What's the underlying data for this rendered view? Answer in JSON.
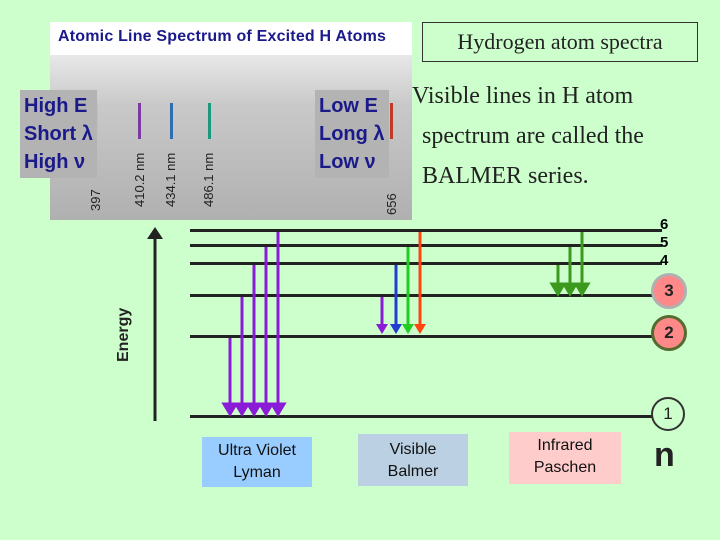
{
  "spectrum_panel": {
    "title": "Atomic Line Spectrum of Excited H Atoms",
    "lines": [
      {
        "label": "397",
        "color": "#d9b3c4"
      },
      {
        "label": "410.2 nm",
        "color": "#7a3aa0"
      },
      {
        "label": "434.1 nm",
        "color": "#2f6fb0"
      },
      {
        "label": "486.1 nm",
        "color": "#1a9a7a"
      },
      {
        "label": "656",
        "color": "#c0392b"
      }
    ]
  },
  "left_box": {
    "line1": "High E",
    "line2": "Short λ",
    "line3": "High ν"
  },
  "right_box": {
    "line1": "Low E",
    "line2": "Long λ",
    "line3": "Low ν"
  },
  "title": "Hydrogen atom spectra",
  "balmer_text": {
    "line1": "Visible lines in H atom",
    "line2": "spectrum are called the",
    "line3_em": "BALMER",
    "line3_rest": " series."
  },
  "energy_axis_label": "Energy",
  "levels": {
    "n6": "6",
    "n5": "5",
    "n4": "4",
    "n3": "3",
    "n2": "2",
    "n1": "1"
  },
  "n_label": "n",
  "series": {
    "lyman": {
      "line1": "Ultra Violet",
      "line2": "Lyman",
      "color": "#99ccff"
    },
    "balmer": {
      "line1": "Visible",
      "line2": "Balmer",
      "color": "#bbd1e3"
    },
    "paschen": {
      "line1": "Infrared",
      "line2": "Paschen",
      "color": "#ffcccc"
    }
  },
  "colors": {
    "lyman_arrow": "#8a1bd6",
    "paschen_arrow": "#3b9a1e",
    "balmer_violet": "#8a1bd6",
    "balmer_blue": "#1f3fd0",
    "balmer_green": "#22cc22",
    "balmer_red": "#ff4411"
  }
}
